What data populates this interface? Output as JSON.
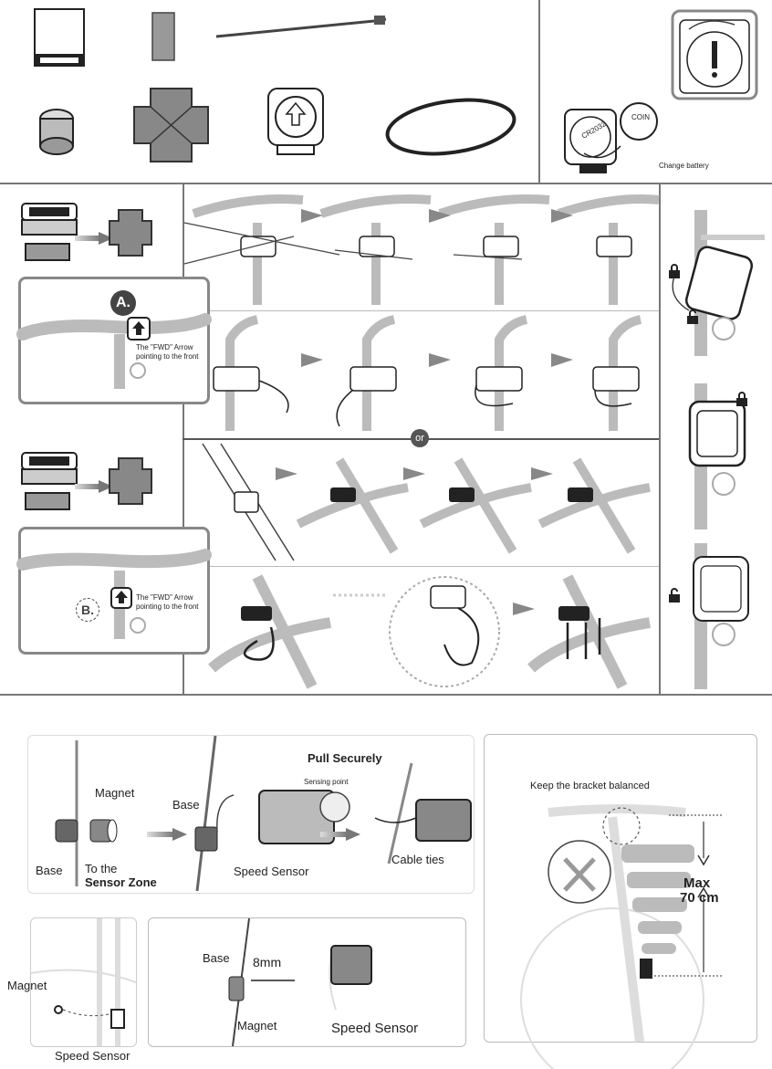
{
  "battery": {
    "coin_label": "COIN",
    "battery_model": "CR2032",
    "change_battery_label": "Change battery"
  },
  "mount_a": {
    "badge": "A.",
    "fwd_line1": "The \"FWD\" Arrow",
    "fwd_line2": "pointing to the front"
  },
  "mount_b": {
    "badge": "B.",
    "fwd_line1": "The \"FWD\" Arrow",
    "fwd_line2": "pointing to the front"
  },
  "or_label": "or",
  "sensor": {
    "magnet_label": "Magnet",
    "base_label_1": "Base",
    "base_label_2": "Base",
    "to_the": "To the",
    "sensor_zone": "Sensor Zone",
    "speed_sensor_label": "Speed Sensor",
    "pull_securely": "Pull Securely",
    "sensing_point": "Sensing point",
    "cable_ties": "Cable ties"
  },
  "bracket": {
    "keep_balanced": "Keep the bracket balanced",
    "max_line1": "Max",
    "max_line2": "70 cm"
  },
  "wheel": {
    "magnet_label": "Magnet",
    "speed_sensor_label": "Speed Sensor"
  },
  "distance": {
    "base_label": "Base",
    "gap_label": "8mm",
    "magnet_label": "Magnet",
    "speed_sensor_label": "Speed Sensor"
  }
}
